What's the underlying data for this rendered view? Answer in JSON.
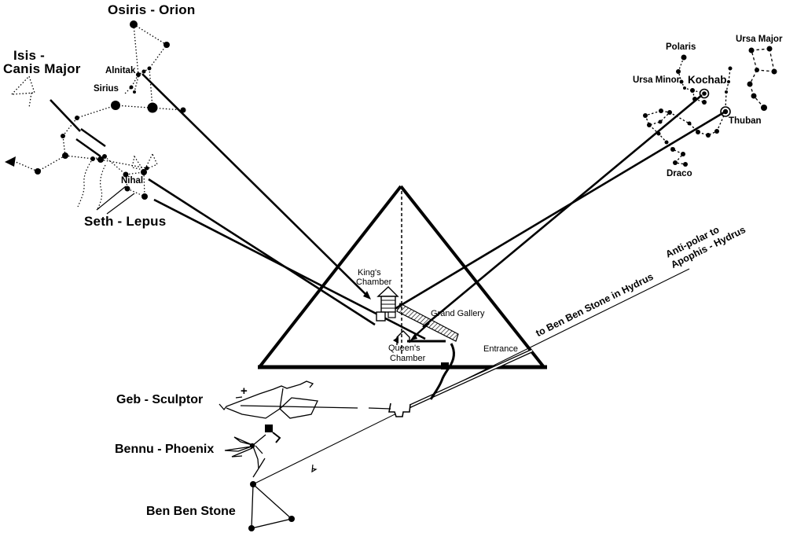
{
  "diagram": {
    "colors": {
      "ink": "#000000",
      "background": "#ffffff"
    },
    "constellation_titles": {
      "osiris_orion": "Osiris - Orion",
      "isis_line1": "Isis -",
      "isis_line2": "Canis Major",
      "seth_lepus": "Seth - Lepus",
      "geb_sculptor": "Geb - Sculptor",
      "bennu_phoenix": "Bennu - Phoenix",
      "ben_ben_stone": "Ben Ben Stone"
    },
    "star_labels": {
      "sirius": "Sirius",
      "alnitak": "Alnitak",
      "nihal": "Nihal",
      "polaris": "Polaris",
      "ursa_minor": "Ursa Minor",
      "kochab": "Kochab",
      "ursa_major": "Ursa Major",
      "thuban": "Thuban",
      "draco": "Draco"
    },
    "pyramid_labels": {
      "kings_chamber_l1": "King's",
      "kings_chamber_l2": "Chamber",
      "grand_gallery": "Grand Gallery",
      "queens_chamber_l1": "Queen's",
      "queens_chamber_l2": "Chamber",
      "entrance": "Entrance"
    },
    "annotations": {
      "to_ben_ben": "to Ben Ben Stone in Hydrus",
      "anti_polar_l1": "Anti-polar to",
      "anti_polar_l2": "Apophis - Hydrus",
      "sculptor_plus": "+"
    }
  }
}
